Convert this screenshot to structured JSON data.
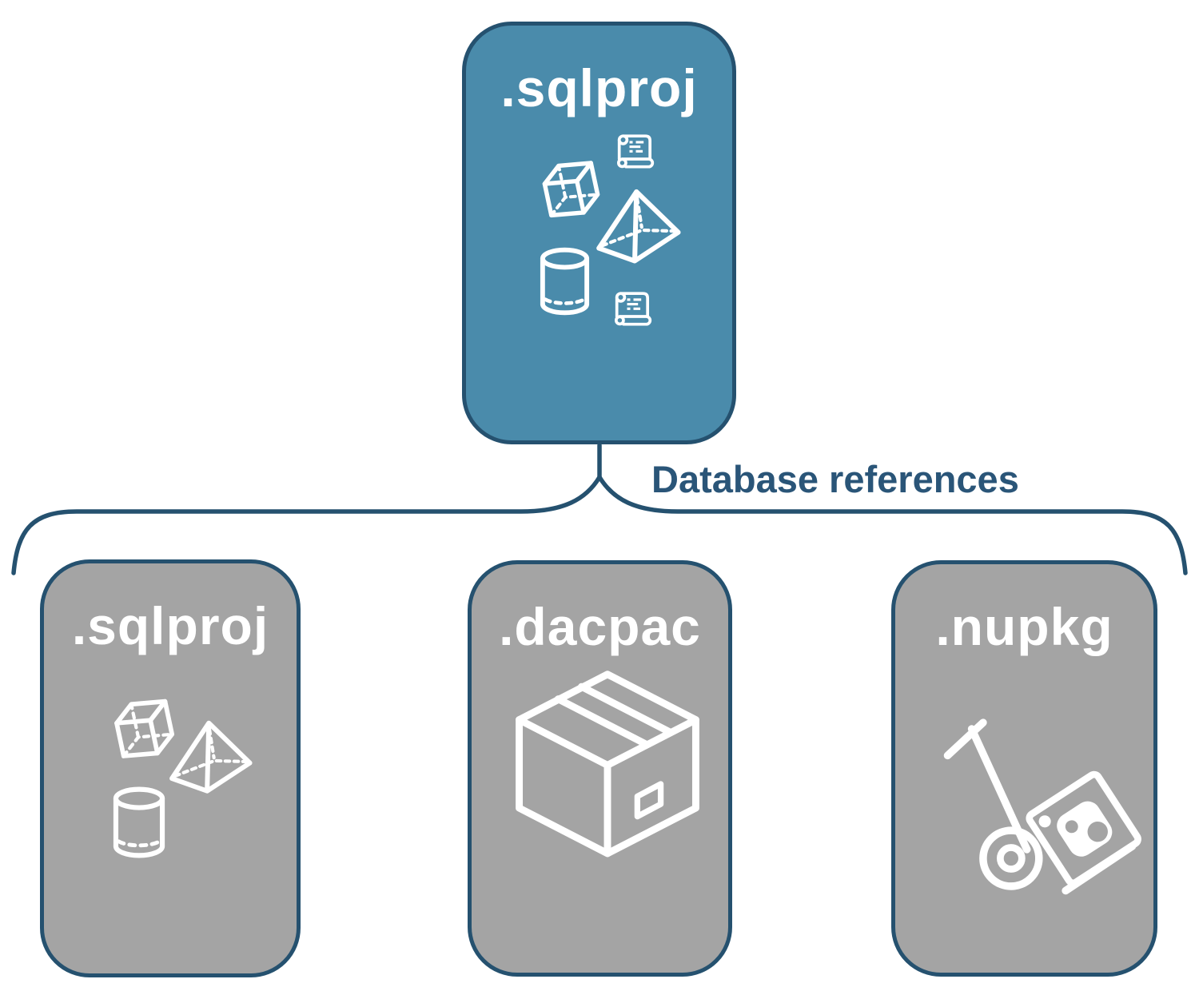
{
  "diagram": {
    "root_card": {
      "label": ".sqlproj",
      "icons": [
        "cube-icon",
        "scroll-icon",
        "pyramid-icon",
        "database-cylinder-icon",
        "scroll-icon"
      ]
    },
    "connector": {
      "label": "Database references"
    },
    "child_cards": [
      {
        "label": ".sqlproj",
        "icons": [
          "cube-icon",
          "pyramid-icon",
          "database-cylinder-icon"
        ]
      },
      {
        "label": ".dacpac",
        "icons": [
          "package-box-icon"
        ]
      },
      {
        "label": ".nupkg",
        "icons": [
          "nuget-handtruck-icon"
        ]
      }
    ],
    "colors": {
      "card_blue": "#4A8BAB",
      "card_gray": "#A4A4A4",
      "outline_navy": "#25516F",
      "label_navy": "#2A5578",
      "icon_white": "#FFFFFF"
    }
  }
}
